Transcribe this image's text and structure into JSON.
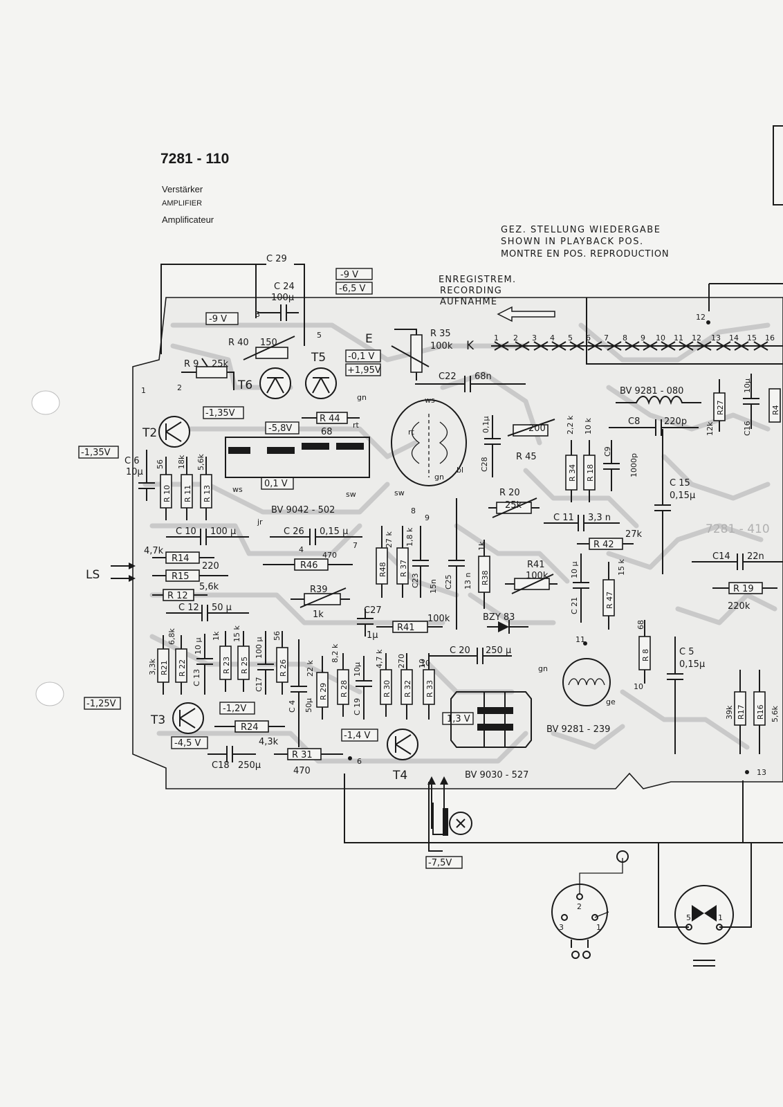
{
  "header": {
    "model_number": "7281 - 110",
    "title_de": "Verstärker",
    "title_en": "AMPLIFIER",
    "title_fr": "Amplificateur"
  },
  "position_note": {
    "de": "GEZ. STELLUNG  WIEDERGABE",
    "en": "SHOWN IN PLAYBACK POS.",
    "fr": "MONTRE  EN  POS.  REPRODUCTION"
  },
  "recording_note": {
    "fr": "ENREGISTREM.",
    "en": "RECORDING",
    "de": "AUFNAHME"
  },
  "voltages": {
    "v_neg9_top": "-9 V",
    "v_neg65": "-6,5 V",
    "v_neg9_left": "-9 V",
    "v_neg01_e": "-0,1 V",
    "v_pos195": "+1,95V",
    "v_neg135_t2": "-1,35V",
    "v_neg135_left": "-1,35V",
    "v_neg58": "-5,8V",
    "v_01": "0,1 V",
    "v_neg12": "-1,2V",
    "v_neg125": "-1,25V",
    "v_neg45": "-4,5 V",
    "v_neg14": "-1,4 V",
    "v_13": "1,3 V",
    "v_neg75": "-7,5V"
  },
  "transistors": [
    "T2",
    "T3",
    "T4",
    "T5",
    "T6"
  ],
  "parts": {
    "c29": "C 29",
    "c24": "C 24",
    "c24v": "100µ",
    "r40": "R 40",
    "r40v": "150",
    "r9": "R 9",
    "r9v": "25k",
    "r35": "R 35",
    "r35v": "100k",
    "e": "E",
    "k": "K",
    "c22": "C22",
    "c22v": "68n",
    "r44": "R 44",
    "r44v": "68",
    "c6": "C 6",
    "c6v": "10µ",
    "r10": "R 10",
    "r10v": "56",
    "r11": "R 11",
    "r11v": "18k",
    "r13": "R 13",
    "r13v": "5,6k",
    "bv9042": "BV  9042 - 502",
    "c28": "C28",
    "c28v": "0,1µ",
    "r45": "R 45",
    "r45v": "200",
    "r34": "R 34",
    "r34v": "2,2 k",
    "r18": "R 18",
    "r18v": "10 k",
    "c9": "C9",
    "c9v": "1000p",
    "bv9281_080": "BV 9281 - 080",
    "c8": "C8",
    "c8v": "220p",
    "r27": "R27",
    "r27v": "12k",
    "c16": "C16",
    "c16v": "10µ",
    "r4": "R4",
    "c15": "C 15",
    "c15v": "0,15µ",
    "c10": "C 10",
    "c10v": "100 µ",
    "c26": "C 26",
    "c26v": "0,15 µ",
    "r14": "R14",
    "r14v": "4,7k",
    "r15": "R15",
    "r15v": "220",
    "r46": "R46",
    "r46v": "470",
    "r48": "R48",
    "r48v": "27 k",
    "r37": "R 37",
    "r37v": "1,8 k",
    "c23": "C23",
    "c23v": "15n",
    "c25": "C25",
    "c25v": "13 n",
    "r20": "R 20",
    "r20v": "25k",
    "c11": "C 11",
    "c11v": "3,3 n",
    "r42": "R 42",
    "r42v": "27k",
    "c14": "C14",
    "c14v": "22n",
    "r19": "R 19",
    "r19v": "220k",
    "r12": "R 12",
    "r12v": "5,6k",
    "r39": "R39",
    "r39v": "1k",
    "c27": "C27",
    "c27v": "1µ",
    "r41": "R41",
    "r41v": "100k",
    "r38": "R38",
    "r38v": "1k",
    "r41b": "R41",
    "r41bv": "100k",
    "c21": "C 21",
    "c21v": "10 µ",
    "r47": "R 47",
    "r47v": "15 k",
    "bzy": "BZY 83",
    "c12": "C 12",
    "c12v": "50 µ",
    "r21": "R21",
    "r21v": "3,3k",
    "r22": "R 22",
    "r22v": "6,8k",
    "c13": "C 13",
    "c13v": "10 µ",
    "r23": "R 23",
    "r23v": "1k",
    "r25": "R 25",
    "r25v": "15 k",
    "c17": "C17",
    "c17v": "100 µ",
    "r26": "R 26",
    "r26v": "56",
    "c4": "C 4",
    "c4v": "50µ",
    "r29": "R 29",
    "r29v": "22 k",
    "r28": "R 28",
    "r28v": "8,2 k",
    "c19": "C 19",
    "c19v": "10µ",
    "r30": "R 30",
    "r30v": "4,7 k",
    "r32": "R 32",
    "r32v": "270",
    "r33": "R 33",
    "r33v": "10",
    "c20": "C 20",
    "c20v": "250 µ",
    "r8": "R 8",
    "r8v": "68",
    "c5": "C 5",
    "c5v": "0,15µ",
    "r17": "R17",
    "r17v": "39k",
    "r16": "R16",
    "r16v": "5,6k",
    "r24": "R24",
    "r24v": "4,3k",
    "c18": "C18",
    "c18v": "250µ",
    "r31": "R 31",
    "r31v": "470",
    "bv9030": "BV 9030 - 527",
    "bv9281_239": "BV 9281 - 239",
    "ls": "LS",
    "board2": "7281 - 410"
  },
  "wire_colors": {
    "ws": "ws",
    "rt": "rt",
    "gn": "gn",
    "bl": "bl",
    "sw": "sw",
    "jr": "jr",
    "ge": "ge"
  },
  "terminals": [
    "1",
    "2",
    "3",
    "4",
    "5",
    "6",
    "7",
    "8",
    "9",
    "10",
    "11",
    "12",
    "13",
    "14",
    "15",
    "16"
  ],
  "pins": {
    "jack_left": [
      "2",
      "3",
      "1"
    ],
    "jack_right": [
      "5",
      "1"
    ]
  },
  "nodes": {
    "n1": "1",
    "n2": "2",
    "n3": "3",
    "n4": "4",
    "n5": "5",
    "n6": "6",
    "n7": "7",
    "n8": "8",
    "n9": "9",
    "n10": "10",
    "n11": "11",
    "n12": "12",
    "n13": "13"
  }
}
